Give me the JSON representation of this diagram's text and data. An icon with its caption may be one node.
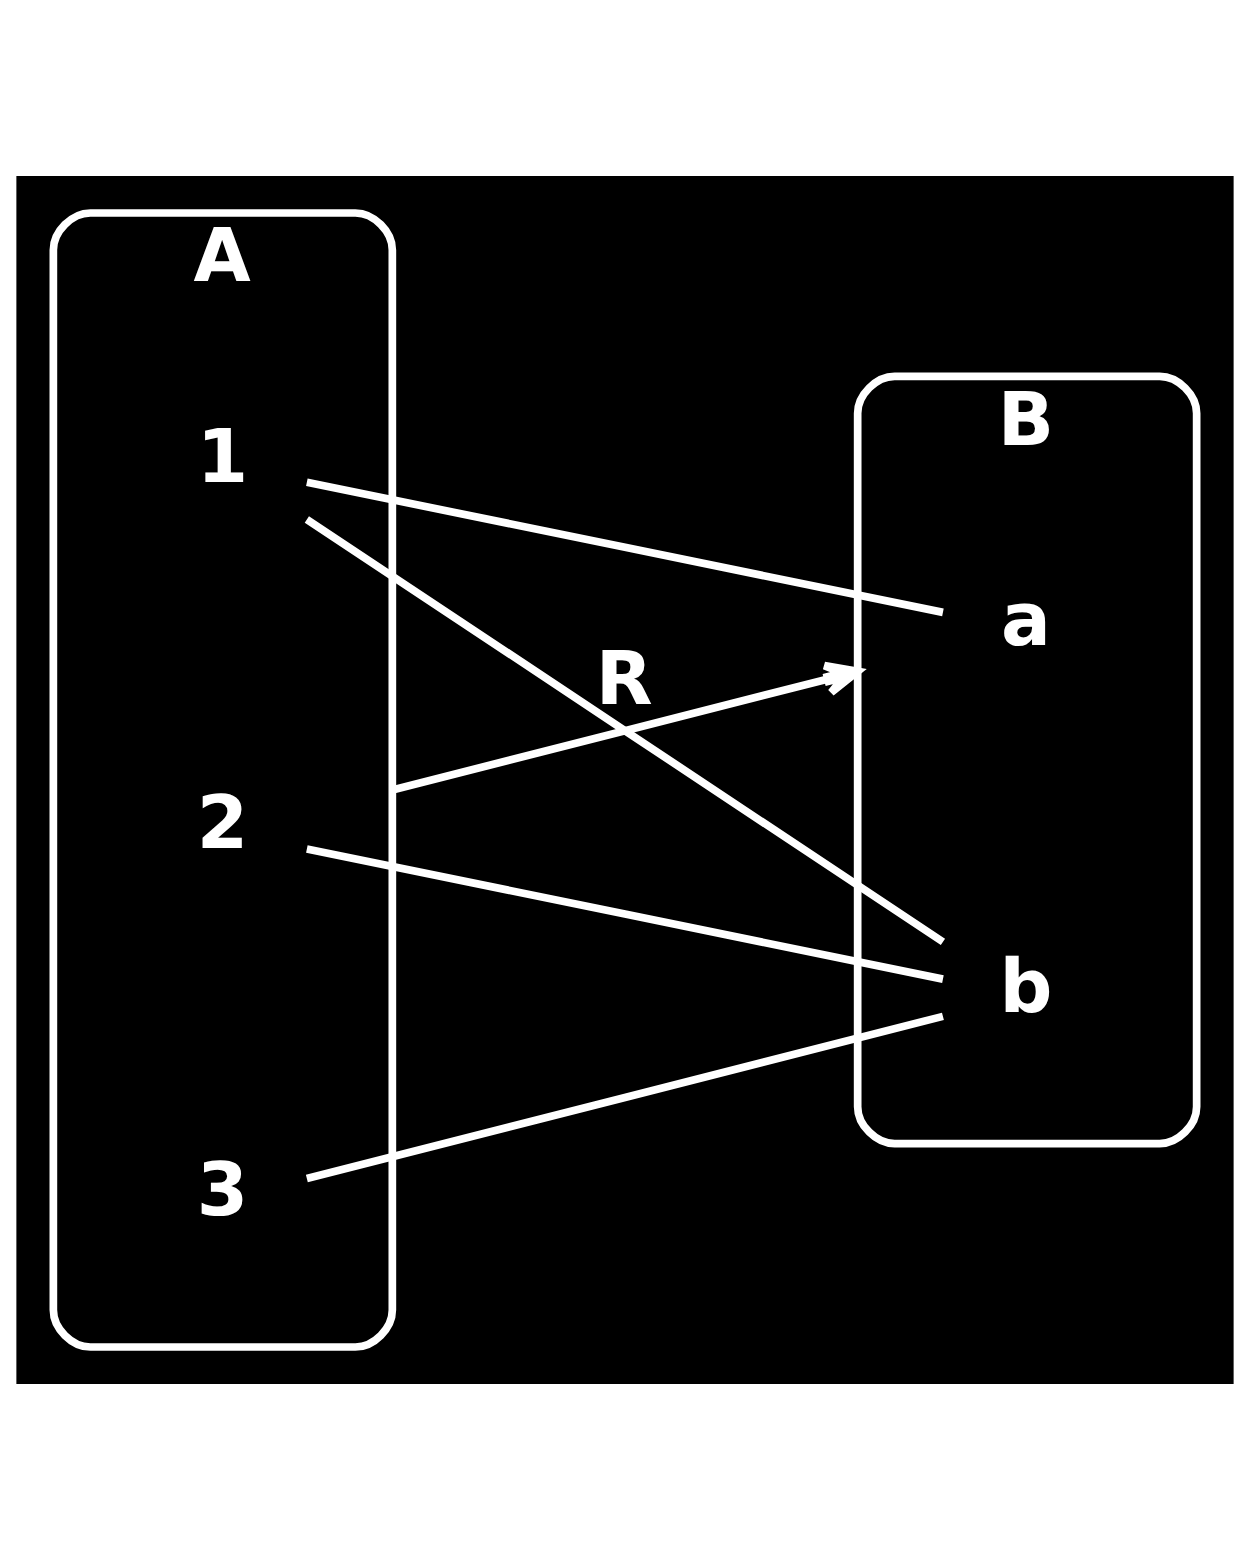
{
  "diagram": {
    "nodes": [
      {
        "text": [
          "A"
        ]
      },
      {
        "text": [
          "1"
        ],
        "in": 0
      },
      {
        "text": [
          "2"
        ],
        "in": 0
      },
      {
        "text": [
          "3"
        ],
        "in": 0
      },
      {
        "text": [
          "B"
        ]
      },
      {
        "text": [
          "a"
        ],
        "in": 4
      },
      {
        "text": [
          "b"
        ],
        "in": 4
      }
    ],
    "edges": [
      {
        "from": 0,
        "to": 4,
        "arrow": "to",
        "label": "R"
      },
      {
        "from": 1,
        "to": 5,
        "arrow": "none"
      },
      {
        "from": 1,
        "to": 6,
        "arrow": "none"
      },
      {
        "from": 2,
        "to": 6,
        "arrow": "none"
      },
      {
        "from": 3,
        "to": 6,
        "arrow": "none"
      }
    ]
  }
}
